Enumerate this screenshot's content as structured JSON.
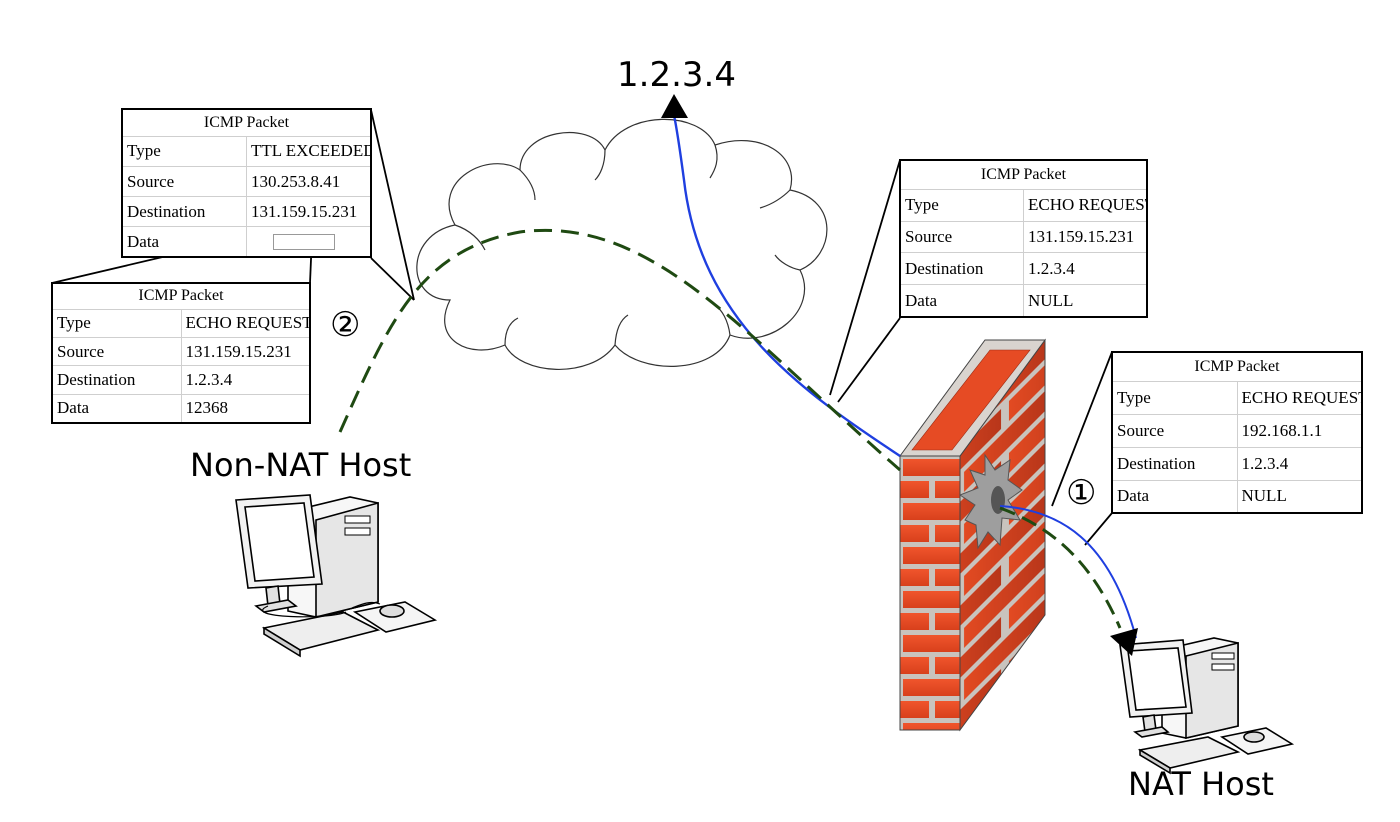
{
  "destination_label": "1.2.3.4",
  "hosts": {
    "non_nat": "Non-NAT Host",
    "nat": "NAT Host"
  },
  "steps": {
    "one": "①",
    "two": "②"
  },
  "colors": {
    "blue_path": "#1f3fe0",
    "green_path": "#1f4a12",
    "brick": "#e8502a",
    "mortar": "#c9c3bd"
  },
  "packets": {
    "ttl_exceeded": {
      "header": "ICMP Packet",
      "rows": [
        {
          "key": "Type",
          "value": "TTL EXCEEDED"
        },
        {
          "key": "Source",
          "value": "130.253.8.41"
        },
        {
          "key": "Destination",
          "value": "131.159.15.231"
        },
        {
          "key": "Data",
          "value": ""
        }
      ]
    },
    "inner_echo": {
      "header": "ICMP Packet",
      "rows": [
        {
          "key": "Type",
          "value": "ECHO REQUEST"
        },
        {
          "key": "Source",
          "value": "131.159.15.231"
        },
        {
          "key": "Destination",
          "value": "1.2.3.4"
        },
        {
          "key": "Data",
          "value": "12368"
        }
      ]
    },
    "translated_echo": {
      "header": "ICMP Packet",
      "rows": [
        {
          "key": "Type",
          "value": "ECHO REQUEST"
        },
        {
          "key": "Source",
          "value": "131.159.15.231"
        },
        {
          "key": "Destination",
          "value": "1.2.3.4"
        },
        {
          "key": "Data",
          "value": "NULL"
        }
      ]
    },
    "nat_echo": {
      "header": "ICMP Packet",
      "rows": [
        {
          "key": "Type",
          "value": "ECHO REQUEST"
        },
        {
          "key": "Source",
          "value": "192.168.1.1"
        },
        {
          "key": "Destination",
          "value": "1.2.3.4"
        },
        {
          "key": "Data",
          "value": "NULL"
        }
      ]
    }
  }
}
